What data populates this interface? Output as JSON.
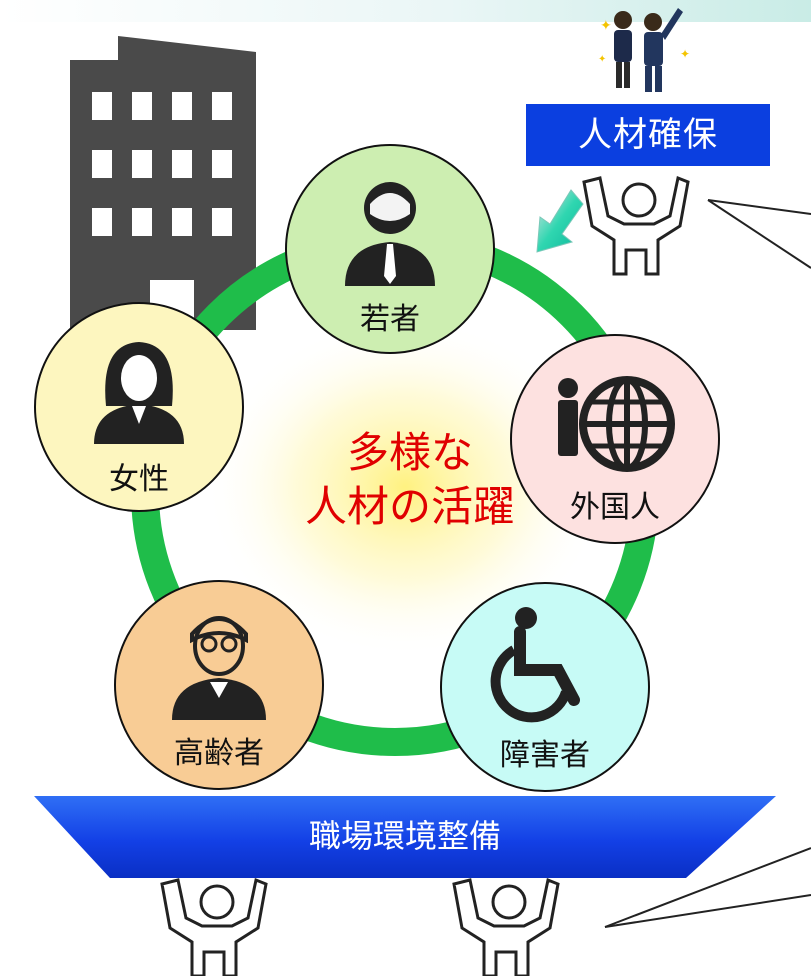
{
  "top_label": "人材確保",
  "center": {
    "line1": "多様な",
    "line2": "人材の活躍"
  },
  "groups": {
    "young": "若者",
    "women": "女性",
    "foreign": "外国人",
    "elderly": "高齢者",
    "disabled": "障害者"
  },
  "bottom_banner": "職場環境整備",
  "colors": {
    "ring": "#1fbd4a",
    "label_box": "#0b3fe0",
    "center_text": "#e00000",
    "young_fill": "#cdeeb1",
    "women_fill": "#fdf6bf",
    "foreign_fill": "#fde1e0",
    "elderly_fill": "#f8cc95",
    "disabled_fill": "#c7fbf6"
  }
}
